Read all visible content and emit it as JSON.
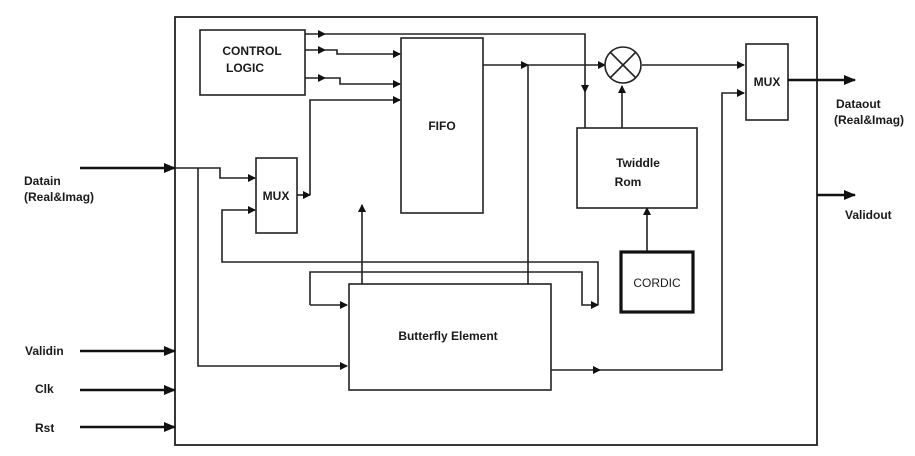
{
  "blocks": {
    "control_logic": [
      "CONTROL",
      "LOGIC"
    ],
    "fifo": "FIFO",
    "mux_left": "MUX",
    "mux_right": "MUX",
    "twiddle_rom": [
      "Twiddle",
      "Rom"
    ],
    "cordic": "CORDIC",
    "butterfly": "Butterfly Element"
  },
  "inputs": {
    "datain": [
      "Datain",
      "(Real&Imag)"
    ],
    "validin": "Validin",
    "clk": "Clk",
    "rst": "Rst"
  },
  "outputs": {
    "dataout": [
      "Dataout",
      "(Real&Imag)"
    ],
    "validout": "Validout"
  }
}
